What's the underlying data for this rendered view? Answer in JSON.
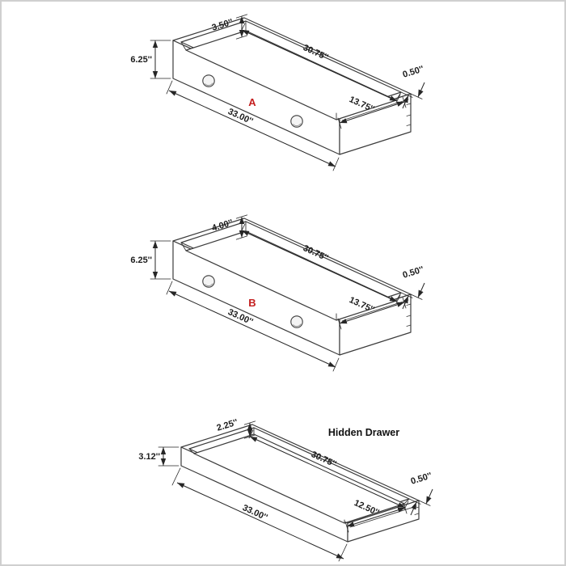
{
  "page": {
    "background": "#ffffff",
    "frame_color": "#cfcfcf"
  },
  "colors": {
    "line": "#3c3c3c",
    "dimension_text": "#1c1c1c",
    "drawer_letter": "#c41e1e"
  },
  "drawers": [
    {
      "letter": "A",
      "dims": {
        "back_height": "3.50''",
        "interior_width": "30.75''",
        "front_height": "6.25''",
        "wall_thickness": "0.50''",
        "interior_depth": "13.75''",
        "overall_width": "33.00''"
      }
    },
    {
      "letter": "B",
      "dims": {
        "back_height": "4.00''",
        "interior_width": "30.75''",
        "front_height": "6.25''",
        "wall_thickness": "0.50''",
        "interior_depth": "13.75''",
        "overall_width": "33.00''"
      }
    },
    {
      "title": "Hidden Drawer",
      "dims": {
        "back_height": "2.25''",
        "interior_width": "30.75''",
        "front_height": "3.12''",
        "wall_thickness": "0.50''",
        "interior_depth": "12.50''",
        "overall_width": "33.00''"
      }
    }
  ]
}
